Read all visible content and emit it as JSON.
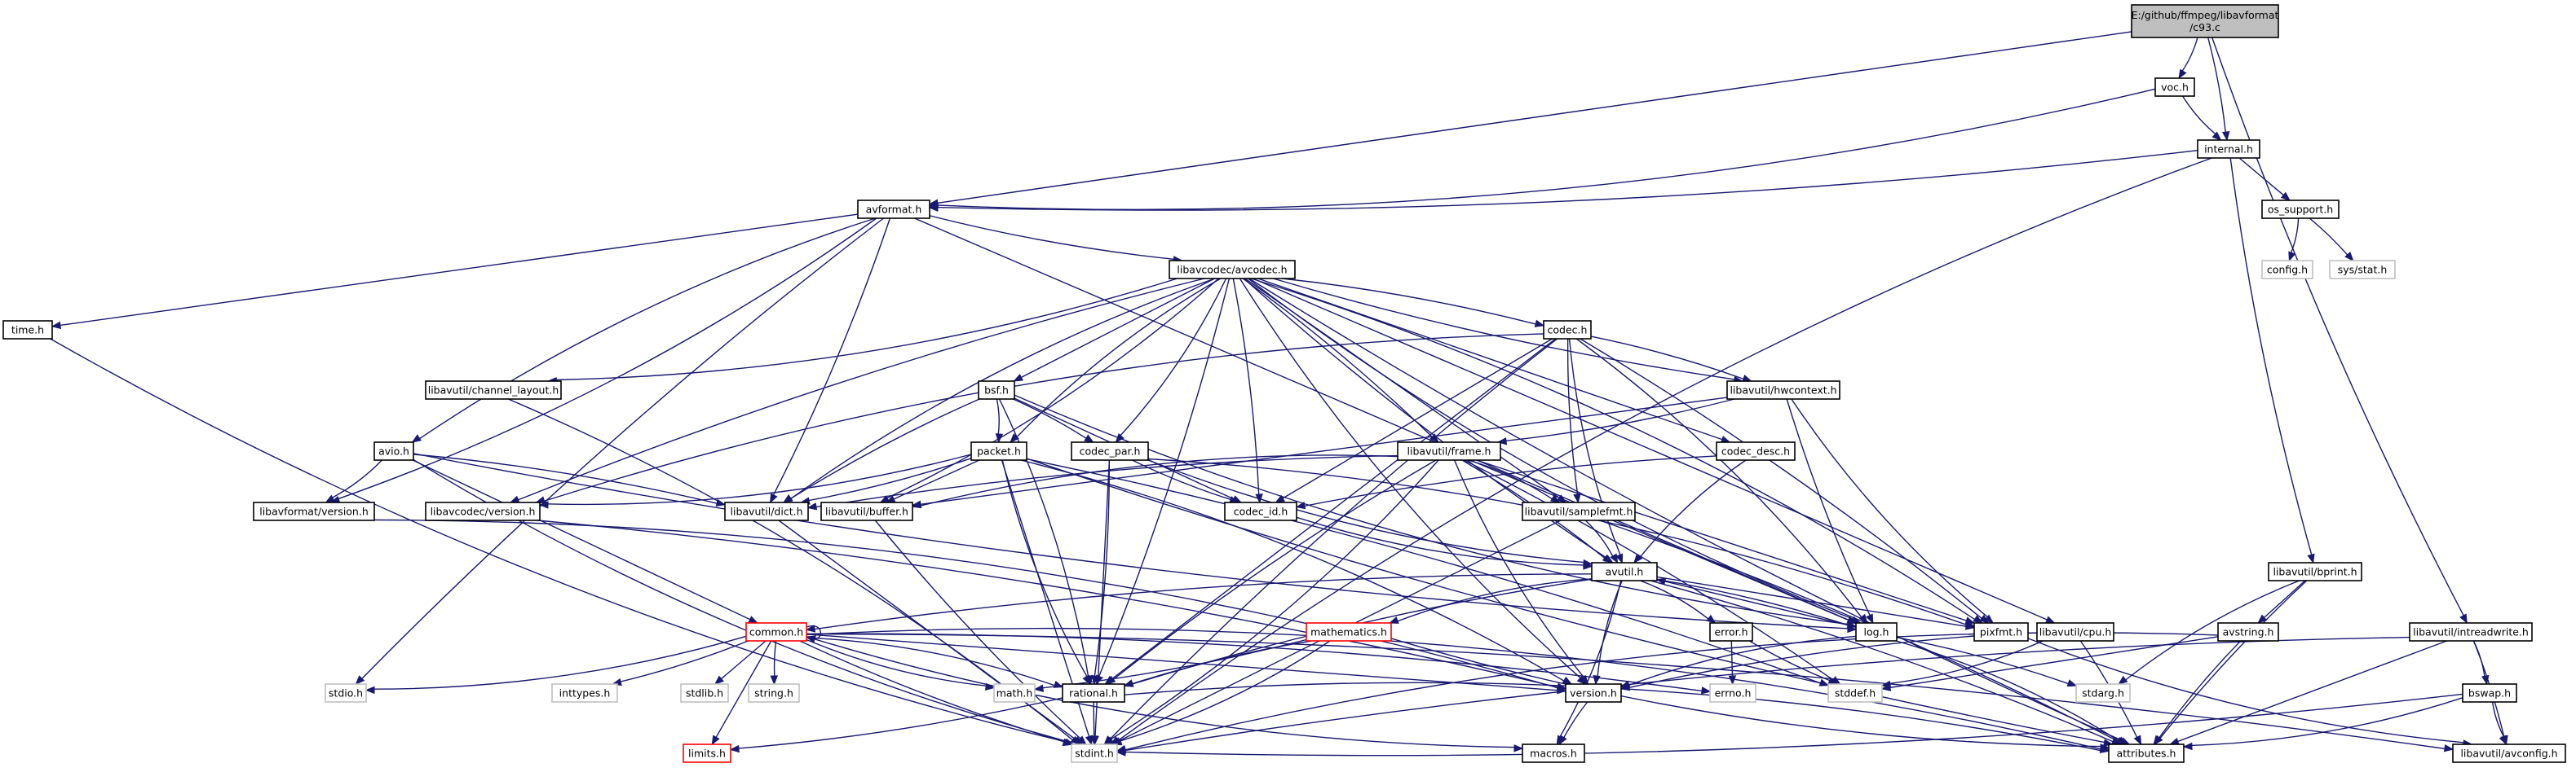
{
  "graph": {
    "colors": {
      "edge": "#191970",
      "node_border": "#000000",
      "node_border_missing": "#bfbfbf",
      "node_border_truncated": "#ff0000",
      "root_fill": "#bfbfbf",
      "node_fill": "#ffffff"
    },
    "nodes": [
      {
        "id": "root",
        "label": "E:/github/ffmpeg/libavformat\n/c93.c",
        "style": "root"
      },
      {
        "id": "voc",
        "label": "voc.h",
        "style": "normal"
      },
      {
        "id": "internal",
        "label": "internal.h",
        "style": "normal"
      },
      {
        "id": "avformat",
        "label": "avformat.h",
        "style": "normal"
      },
      {
        "id": "os_support",
        "label": "os_support.h",
        "style": "normal"
      },
      {
        "id": "config",
        "label": "config.h",
        "style": "missing"
      },
      {
        "id": "sysstat",
        "label": "sys/stat.h",
        "style": "missing"
      },
      {
        "id": "time",
        "label": "time.h",
        "style": "normal"
      },
      {
        "id": "avcodec",
        "label": "libavcodec/avcodec.h",
        "style": "normal"
      },
      {
        "id": "channel_layout",
        "label": "libavutil/channel_layout.h",
        "style": "normal"
      },
      {
        "id": "codec",
        "label": "codec.h",
        "style": "normal"
      },
      {
        "id": "bsf",
        "label": "bsf.h",
        "style": "normal"
      },
      {
        "id": "hwcontext",
        "label": "libavutil/hwcontext.h",
        "style": "normal"
      },
      {
        "id": "avio",
        "label": "avio.h",
        "style": "normal"
      },
      {
        "id": "packet",
        "label": "packet.h",
        "style": "normal"
      },
      {
        "id": "codec_par",
        "label": "codec_par.h",
        "style": "normal"
      },
      {
        "id": "frame",
        "label": "libavutil/frame.h",
        "style": "normal"
      },
      {
        "id": "codec_desc",
        "label": "codec_desc.h",
        "style": "normal"
      },
      {
        "id": "lavf_version",
        "label": "libavformat/version.h",
        "style": "normal"
      },
      {
        "id": "lavc_version",
        "label": "libavcodec/version.h",
        "style": "normal"
      },
      {
        "id": "dict",
        "label": "libavutil/dict.h",
        "style": "normal"
      },
      {
        "id": "buffer",
        "label": "libavutil/buffer.h",
        "style": "normal"
      },
      {
        "id": "codec_id",
        "label": "codec_id.h",
        "style": "normal"
      },
      {
        "id": "samplefmt",
        "label": "libavutil/samplefmt.h",
        "style": "normal"
      },
      {
        "id": "avutil",
        "label": "avutil.h",
        "style": "normal"
      },
      {
        "id": "bprint",
        "label": "libavutil/bprint.h",
        "style": "normal"
      },
      {
        "id": "intreadwrite",
        "label": "libavutil/intreadwrite.h",
        "style": "normal"
      },
      {
        "id": "common",
        "label": "common.h",
        "style": "truncated"
      },
      {
        "id": "mathematics",
        "label": "mathematics.h",
        "style": "truncated"
      },
      {
        "id": "error",
        "label": "error.h",
        "style": "normal"
      },
      {
        "id": "log",
        "label": "log.h",
        "style": "normal"
      },
      {
        "id": "pixfmt",
        "label": "pixfmt.h",
        "style": "normal"
      },
      {
        "id": "cpu",
        "label": "libavutil/cpu.h",
        "style": "normal"
      },
      {
        "id": "avstring",
        "label": "avstring.h",
        "style": "normal"
      },
      {
        "id": "stdio",
        "label": "stdio.h",
        "style": "missing"
      },
      {
        "id": "inttypes",
        "label": "inttypes.h",
        "style": "missing"
      },
      {
        "id": "stdlib",
        "label": "stdlib.h",
        "style": "missing"
      },
      {
        "id": "string",
        "label": "string.h",
        "style": "missing"
      },
      {
        "id": "math",
        "label": "math.h",
        "style": "missing"
      },
      {
        "id": "rational",
        "label": "rational.h",
        "style": "normal"
      },
      {
        "id": "version",
        "label": "version.h",
        "style": "normal"
      },
      {
        "id": "errno",
        "label": "errno.h",
        "style": "missing"
      },
      {
        "id": "stddef",
        "label": "stddef.h",
        "style": "missing"
      },
      {
        "id": "stdarg",
        "label": "stdarg.h",
        "style": "missing"
      },
      {
        "id": "bswap",
        "label": "bswap.h",
        "style": "normal"
      },
      {
        "id": "limits",
        "label": "limits.h",
        "style": "truncated"
      },
      {
        "id": "stdint",
        "label": "stdint.h",
        "style": "missing"
      },
      {
        "id": "macros",
        "label": "macros.h",
        "style": "normal"
      },
      {
        "id": "attributes",
        "label": "attributes.h",
        "style": "normal"
      },
      {
        "id": "avconfig",
        "label": "libavutil/avconfig.h",
        "style": "normal"
      }
    ],
    "edges": [
      [
        "root",
        "voc"
      ],
      [
        "root",
        "internal"
      ],
      [
        "root",
        "avformat"
      ],
      [
        "root",
        "intreadwrite"
      ],
      [
        "voc",
        "internal"
      ],
      [
        "voc",
        "avformat"
      ],
      [
        "internal",
        "avformat"
      ],
      [
        "internal",
        "os_support"
      ],
      [
        "internal",
        "bprint"
      ],
      [
        "internal",
        "stdint"
      ],
      [
        "os_support",
        "config"
      ],
      [
        "os_support",
        "sysstat"
      ],
      [
        "avformat",
        "time"
      ],
      [
        "avformat",
        "avcodec"
      ],
      [
        "avformat",
        "avio"
      ],
      [
        "avformat",
        "lavf_version"
      ],
      [
        "avformat",
        "dict"
      ],
      [
        "avformat",
        "log"
      ],
      [
        "avformat",
        "stdio"
      ],
      [
        "time",
        "stdint"
      ],
      [
        "avcodec",
        "channel_layout"
      ],
      [
        "avcodec",
        "codec"
      ],
      [
        "avcodec",
        "bsf"
      ],
      [
        "avcodec",
        "hwcontext"
      ],
      [
        "avcodec",
        "packet"
      ],
      [
        "avcodec",
        "codec_par"
      ],
      [
        "avcodec",
        "frame"
      ],
      [
        "avcodec",
        "codec_desc"
      ],
      [
        "avcodec",
        "lavc_version"
      ],
      [
        "avcodec",
        "dict"
      ],
      [
        "avcodec",
        "buffer"
      ],
      [
        "avcodec",
        "codec_id"
      ],
      [
        "avcodec",
        "samplefmt"
      ],
      [
        "avcodec",
        "avutil"
      ],
      [
        "avcodec",
        "log"
      ],
      [
        "avcodec",
        "pixfmt"
      ],
      [
        "avcodec",
        "rational"
      ],
      [
        "avcodec",
        "cpu"
      ],
      [
        "avcodec",
        "attributes"
      ],
      [
        "avcodec",
        "version"
      ],
      [
        "channel_layout",
        "stdint"
      ],
      [
        "codec",
        "hwcontext"
      ],
      [
        "codec",
        "codec_id"
      ],
      [
        "codec",
        "samplefmt"
      ],
      [
        "codec",
        "avutil"
      ],
      [
        "codec",
        "log"
      ],
      [
        "codec",
        "pixfmt"
      ],
      [
        "codec",
        "rational"
      ],
      [
        "codec",
        "stdint"
      ],
      [
        "codec",
        "lavc_version"
      ],
      [
        "bsf",
        "packet"
      ],
      [
        "bsf",
        "codec_par"
      ],
      [
        "bsf",
        "codec_id"
      ],
      [
        "bsf",
        "dict"
      ],
      [
        "bsf",
        "log"
      ],
      [
        "bsf",
        "rational"
      ],
      [
        "hwcontext",
        "frame"
      ],
      [
        "hwcontext",
        "buffer"
      ],
      [
        "hwcontext",
        "log"
      ],
      [
        "hwcontext",
        "pixfmt"
      ],
      [
        "avio",
        "lavf_version"
      ],
      [
        "avio",
        "dict"
      ],
      [
        "avio",
        "common"
      ],
      [
        "avio",
        "log"
      ],
      [
        "avio",
        "stdint"
      ],
      [
        "packet",
        "lavc_version"
      ],
      [
        "packet",
        "dict"
      ],
      [
        "packet",
        "buffer"
      ],
      [
        "packet",
        "attributes"
      ],
      [
        "packet",
        "rational"
      ],
      [
        "packet",
        "version"
      ],
      [
        "packet",
        "stddef"
      ],
      [
        "packet",
        "stdint"
      ],
      [
        "codec_par",
        "codec_id"
      ],
      [
        "codec_par",
        "avutil"
      ],
      [
        "codec_par",
        "pixfmt"
      ],
      [
        "codec_par",
        "rational"
      ],
      [
        "codec_par",
        "stdint"
      ],
      [
        "frame",
        "dict"
      ],
      [
        "frame",
        "buffer"
      ],
      [
        "frame",
        "samplefmt"
      ],
      [
        "frame",
        "avutil"
      ],
      [
        "frame",
        "pixfmt"
      ],
      [
        "frame",
        "rational"
      ],
      [
        "frame",
        "version"
      ],
      [
        "frame",
        "stdint"
      ],
      [
        "frame",
        "stddef"
      ],
      [
        "frame",
        "log"
      ],
      [
        "codec_desc",
        "codec_id"
      ],
      [
        "codec_desc",
        "avutil"
      ],
      [
        "lavf_version",
        "version"
      ],
      [
        "lavc_version",
        "version"
      ],
      [
        "dict",
        "stdint"
      ],
      [
        "buffer",
        "stdint"
      ],
      [
        "codec_id",
        "avutil"
      ],
      [
        "samplefmt",
        "avutil"
      ],
      [
        "samplefmt",
        "attributes"
      ],
      [
        "samplefmt",
        "stdint"
      ],
      [
        "avutil",
        "common"
      ],
      [
        "avutil",
        "mathematics"
      ],
      [
        "avutil",
        "error"
      ],
      [
        "avutil",
        "log"
      ],
      [
        "avutil",
        "pixfmt"
      ],
      [
        "avutil",
        "rational"
      ],
      [
        "avutil",
        "version"
      ],
      [
        "avutil",
        "macros"
      ],
      [
        "avutil",
        "attributes"
      ],
      [
        "bprint",
        "avstring"
      ],
      [
        "bprint",
        "attributes"
      ],
      [
        "bprint",
        "stdarg"
      ],
      [
        "intreadwrite",
        "bswap"
      ],
      [
        "intreadwrite",
        "avconfig"
      ],
      [
        "intreadwrite",
        "attributes"
      ],
      [
        "intreadwrite",
        "stdint"
      ],
      [
        "common",
        "common"
      ],
      [
        "common",
        "stdio"
      ],
      [
        "common",
        "inttypes"
      ],
      [
        "common",
        "stdlib"
      ],
      [
        "common",
        "string"
      ],
      [
        "common",
        "math"
      ],
      [
        "common",
        "rational"
      ],
      [
        "common",
        "errno"
      ],
      [
        "common",
        "limits"
      ],
      [
        "common",
        "stdint"
      ],
      [
        "common",
        "macros"
      ],
      [
        "common",
        "attributes"
      ],
      [
        "common",
        "avconfig"
      ],
      [
        "common",
        "version"
      ],
      [
        "mathematics",
        "rational"
      ],
      [
        "mathematics",
        "attributes"
      ],
      [
        "mathematics",
        "stdint"
      ],
      [
        "mathematics",
        "math"
      ],
      [
        "error",
        "errno"
      ],
      [
        "error",
        "stddef"
      ],
      [
        "log",
        "version"
      ],
      [
        "log",
        "attributes"
      ],
      [
        "log",
        "stdarg"
      ],
      [
        "log",
        "avutil"
      ],
      [
        "pixfmt",
        "version"
      ],
      [
        "pixfmt",
        "avconfig"
      ],
      [
        "cpu",
        "stddef"
      ],
      [
        "cpu",
        "attributes"
      ],
      [
        "avstring",
        "stddef"
      ],
      [
        "avstring",
        "attributes"
      ],
      [
        "avstring",
        "stdint"
      ],
      [
        "rational",
        "attributes"
      ],
      [
        "rational",
        "limits"
      ],
      [
        "rational",
        "stdint"
      ],
      [
        "version",
        "macros"
      ],
      [
        "bswap",
        "avconfig"
      ],
      [
        "bswap",
        "attributes"
      ],
      [
        "bswap",
        "stdint"
      ]
    ]
  }
}
